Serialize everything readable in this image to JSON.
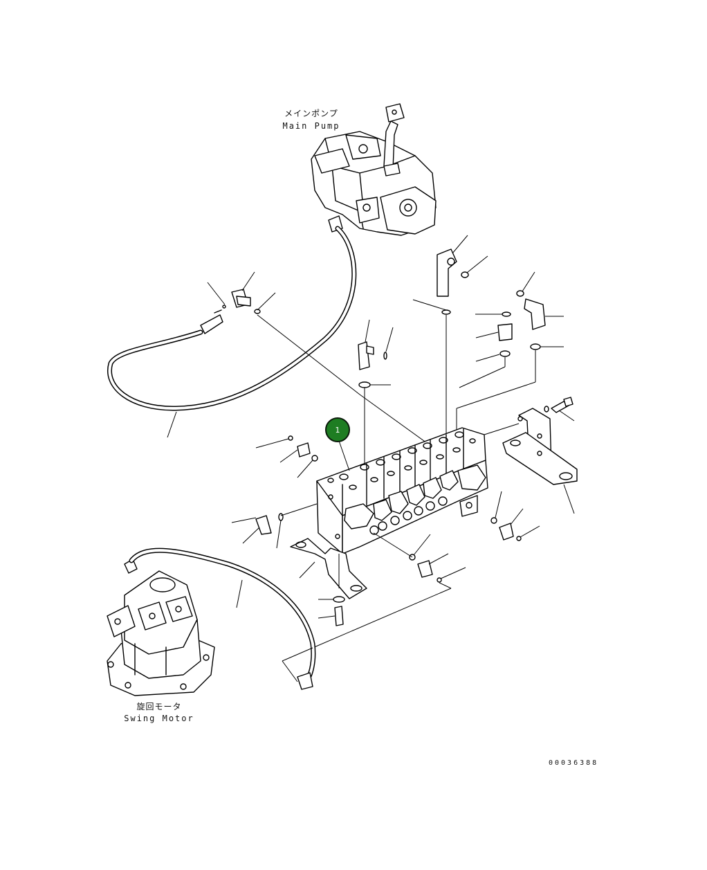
{
  "components": {
    "main_pump": {
      "label_ja": "メインポンプ",
      "label_en": "Main Pump"
    },
    "swing_motor": {
      "label_ja": "旋回モータ",
      "label_en": "Swing Motor"
    }
  },
  "callout": {
    "number": "1"
  },
  "drawing_number": "00036388"
}
